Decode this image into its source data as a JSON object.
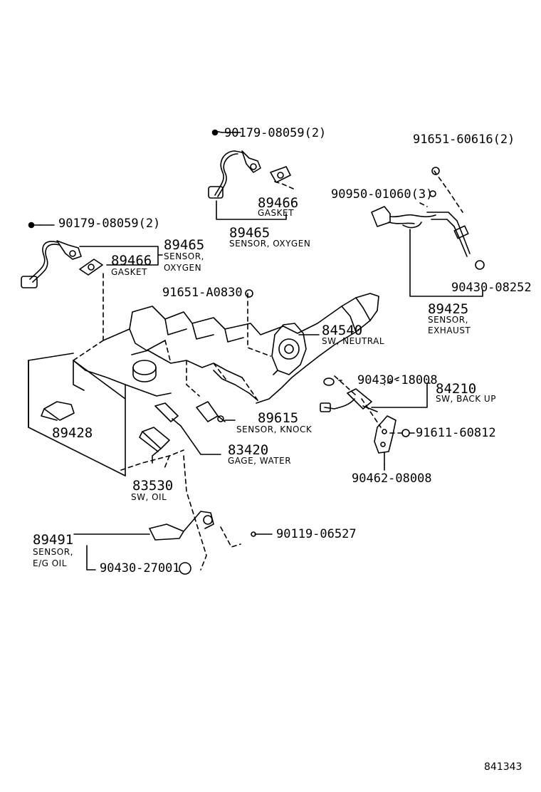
{
  "diagram_ref": "841343",
  "labels": {
    "bolt_top": "90179-08059(2)",
    "bolt_left": "90179-08059(2)",
    "nut_exhaust": "91651-60616(2)",
    "gasket_exhaust": "90950-01060(3)",
    "gasket_exhaust_2": "90430-08252",
    "nut_a0830": "91651-A0830",
    "gasket_18008": "90430-18008",
    "bolt_60812": "91611-60812",
    "bracket_08008": "90462-08008",
    "clamp_06527": "90119-06527",
    "gasket_27001": "90430-27001"
  },
  "parts": {
    "p89466_top": {
      "number": "89466",
      "name": "GASKET"
    },
    "p89465_top": {
      "number": "89465",
      "name": "SENSOR, OXYGEN"
    },
    "p89465_left": {
      "number": "89465",
      "name1": "SENSOR,",
      "name2": "OXYGEN"
    },
    "p89466_left": {
      "number": "89466",
      "name": "GASKET"
    },
    "p89425": {
      "number": "89425",
      "name1": "SENSOR,",
      "name2": "EXHAUST"
    },
    "p84540": {
      "number": "84540",
      "name": "SW, NEUTRAL"
    },
    "p84210": {
      "number": "84210",
      "name": "SW, BACK UP"
    },
    "p89615": {
      "number": "89615",
      "name": "SENSOR, KNOCK"
    },
    "p83420": {
      "number": "83420",
      "name": "GAGE, WATER"
    },
    "p89428": {
      "number": "89428"
    },
    "p83530": {
      "number": "83530",
      "name": "SW, OIL"
    },
    "p89491": {
      "number": "89491",
      "name1": "SENSOR,",
      "name2": "E/G OIL"
    }
  }
}
